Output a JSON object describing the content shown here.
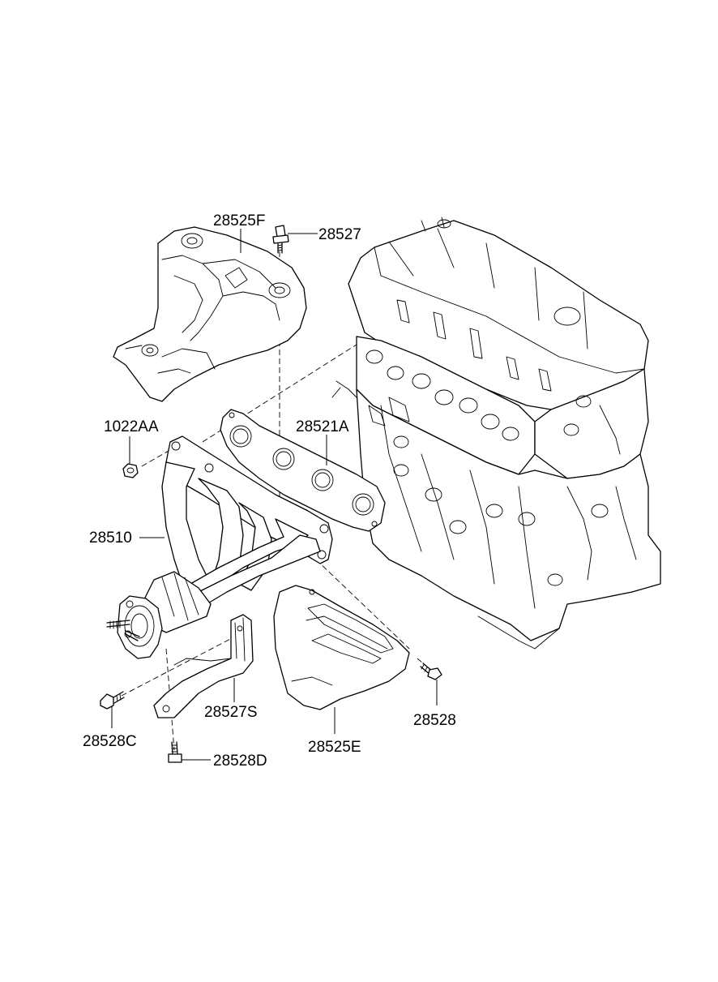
{
  "labels": {
    "heat_shield_upper": "28525F",
    "bolt_upper": "28527",
    "nut": "1022AA",
    "gasket": "28521A",
    "exhaust_manifold": "28510",
    "bracket": "28527S",
    "bolt_left": "28528C",
    "bolt_bottom": "28528D",
    "heat_shield_lower": "28525E",
    "bolt_right": "28528"
  }
}
